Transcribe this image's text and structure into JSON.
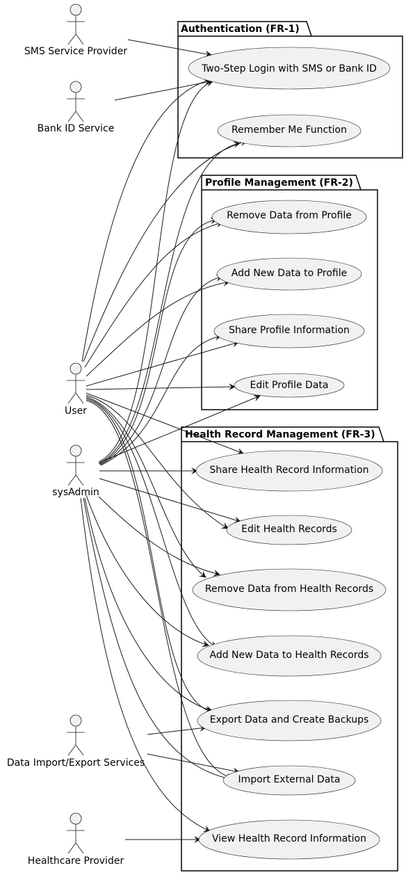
{
  "packages": {
    "auth": {
      "title": "Authentication (FR-1)",
      "use_cases": {
        "two_step_login": "Two-Step Login with SMS or Bank ID",
        "remember_me": "Remember Me Function"
      }
    },
    "profile": {
      "title": "Profile Management (FR-2)",
      "use_cases": {
        "remove_data": "Remove Data from Profile",
        "add_data": "Add New Data to Profile",
        "share_info": "Share Profile Information",
        "edit_data": "Edit Profile Data"
      }
    },
    "health": {
      "title": "Health Record Management (FR-3)",
      "use_cases": {
        "share_info": "Share Health Record Information",
        "edit_records": "Edit Health Records",
        "remove_data": "Remove Data from Health Records",
        "add_data": "Add New Data to Health Records",
        "export_backup": "Export Data and Create Backups",
        "import_external": "Import External Data",
        "view_info": "View Health Record Information"
      }
    }
  },
  "actors": {
    "sms": "SMS Service Provider",
    "bankid": "Bank ID Service",
    "user": "User",
    "sysadmin": "sysAdmin",
    "dataio": "Data Import/Export Services",
    "healthcare": "Healthcare Provider"
  },
  "colors": {
    "use_case_fill": "#F1F1F1",
    "line": "#181818",
    "background": "#FFFFFF"
  }
}
